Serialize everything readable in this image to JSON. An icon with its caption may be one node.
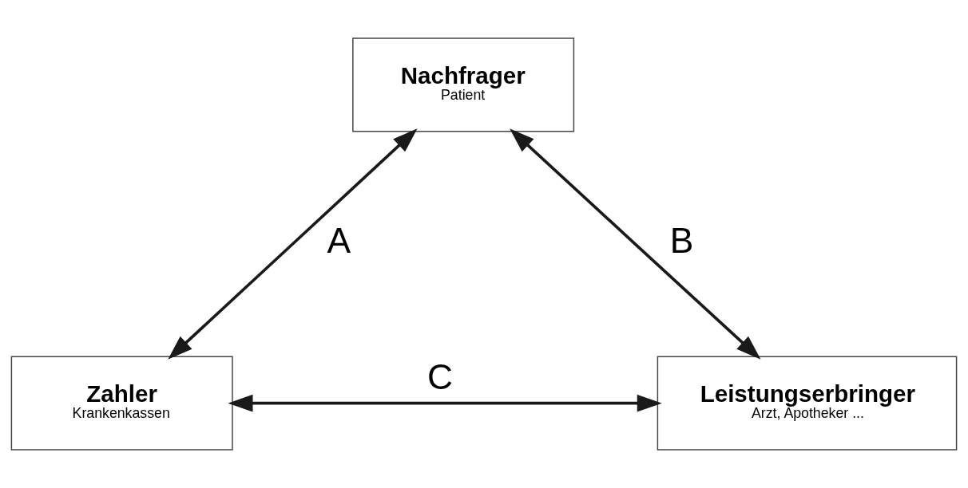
{
  "diagram": {
    "nodes": [
      {
        "text": [
          "Nachfrager",
          "Patient"
        ]
      },
      {
        "text": [
          "Zahler",
          "Krankenkassen"
        ]
      },
      {
        "text": [
          "Leistungserbringer",
          "Arzt, Apotheker ..."
        ]
      }
    ],
    "edges": [
      {
        "from": 0,
        "to": 1,
        "arrow": "both",
        "label": "A"
      },
      {
        "from": 0,
        "to": 2,
        "arrow": "both",
        "label": "B"
      },
      {
        "from": 1,
        "to": 2,
        "arrow": "both",
        "label": "C"
      }
    ]
  }
}
